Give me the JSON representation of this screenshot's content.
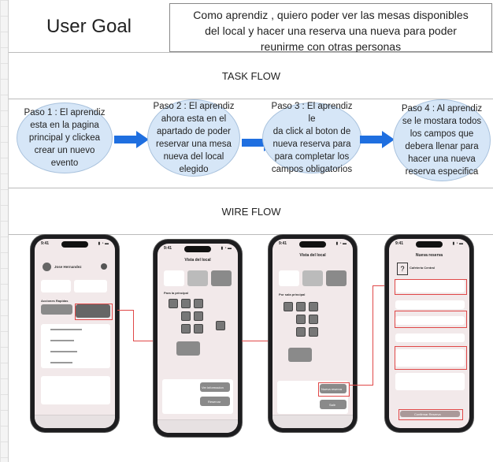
{
  "user_goal": {
    "title": "User Goal",
    "lines": [
      "Como aprendiz  , quiero poder ver las mesas disponibles",
      "del local y hacer una reserva una nueva para poder",
      "reunirme con otras personas"
    ]
  },
  "task_flow": {
    "title": "TASK FLOW",
    "steps": [
      {
        "lines": [
          "Paso 1 : El aprendiz",
          "esta en la pagina",
          "principal y clickea",
          "crear un nuevo",
          "evento"
        ]
      },
      {
        "lines": [
          "Paso 2 : El aprendiz",
          "ahora esta en el",
          "apartado de poder",
          "reservar una mesa",
          "nueva del local",
          "elegido"
        ]
      },
      {
        "lines": [
          "Paso 3 :  El aprendiz le",
          "da click al boton de",
          "nueva reserva para",
          "para completar los",
          "campos obligatorios"
        ]
      },
      {
        "lines": [
          "Paso 4 : Al aprendiz",
          "se le mostara todos",
          "los campos que",
          "debera llenar para",
          "hacer una nueva",
          "reserva especifica"
        ]
      }
    ]
  },
  "wire_flow": {
    "title": "WIRE FLOW",
    "screens": [
      {
        "time": "9:41",
        "user": "Jose Hernandez",
        "section": "Acciones Rapidas"
      },
      {
        "time": "9:41",
        "header": "Vista del local",
        "section": "Para la principal",
        "btn1": "Ver informacion",
        "btn2": "Reservar"
      },
      {
        "time": "9:41",
        "header": "Vista del local",
        "section": "Por sala principal",
        "btn1": "Nueva reserva",
        "btn2": "Salir"
      },
      {
        "time": "9:41",
        "header": "Nueva reserva",
        "place": "Cafeteria Central",
        "submit": "Confirmar Reserva"
      }
    ]
  },
  "colors": {
    "bubble": "#d6e6f7",
    "arrow": "#1f6fe0",
    "wire_highlight": "#e04848"
  }
}
